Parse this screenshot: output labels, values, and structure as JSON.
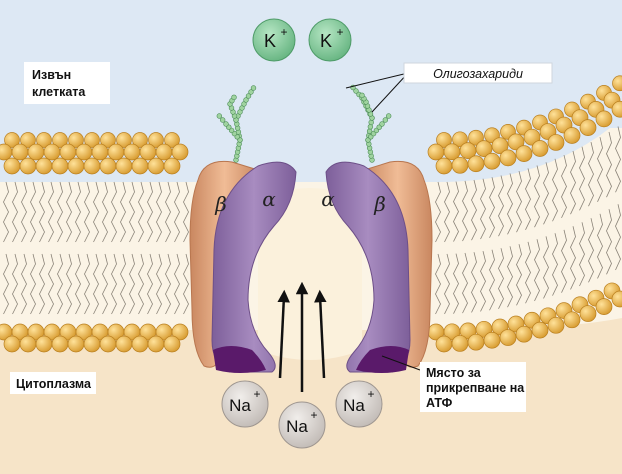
{
  "labels": {
    "outside": [
      "Извън",
      "клетката"
    ],
    "cytoplasm": "Цитоплазма",
    "oligosaccharides": "Олигозахариди",
    "atp_site": [
      "Място за",
      "прикрепване на",
      "АТФ"
    ]
  },
  "ions": {
    "potassium": {
      "symbol": "K",
      "charge": "+"
    },
    "sodium": {
      "symbol": "Na",
      "charge": "+"
    }
  },
  "subunits": {
    "alpha": "α",
    "beta": "β"
  },
  "colors": {
    "extracellular": "#dde8f4",
    "cytoplasm": "#f6e4c8",
    "lipid_head": "#e9b44a",
    "alpha_subunit": "#9b7fb3",
    "beta_subunit": "#e0a882",
    "atp_site": "#5a1a6a",
    "potassium": "#7ec797",
    "sodium": "#dcd8d4",
    "sugar_chain": "#9fd39f"
  }
}
